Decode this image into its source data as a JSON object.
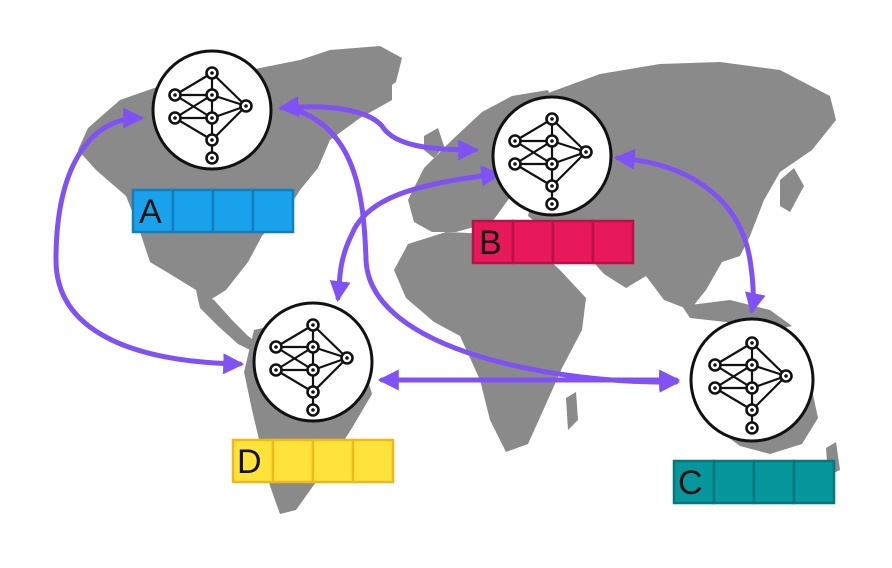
{
  "colors": {
    "map_land": "#8a8a8a",
    "edge": "#8052f5",
    "node_stroke": "#111111",
    "node_fill": "#ffffff"
  },
  "icon": "neural-network-icon",
  "nodes": [
    {
      "id": "A",
      "label": "A",
      "color": "#1aa3ec",
      "border": "#0f7fc0"
    },
    {
      "id": "B",
      "label": "B",
      "color": "#e8195b",
      "border": "#b81247"
    },
    {
      "id": "C",
      "label": "C",
      "color": "#06969b",
      "border": "#04797d"
    },
    {
      "id": "D",
      "label": "D",
      "color": "#ffe23a",
      "border": "#f0b81a"
    }
  ],
  "links": [
    [
      "A",
      "B"
    ],
    [
      "A",
      "D"
    ],
    [
      "A",
      "C"
    ],
    [
      "B",
      "D"
    ],
    [
      "B",
      "C"
    ],
    [
      "D",
      "C"
    ]
  ]
}
